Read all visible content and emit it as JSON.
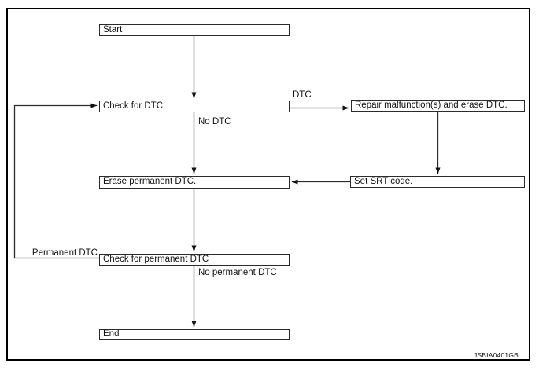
{
  "flowchart": {
    "type": "flowchart",
    "nodes": [
      {
        "id": "start",
        "label": "Start"
      },
      {
        "id": "check-dtc",
        "label": "Check for DTC"
      },
      {
        "id": "repair",
        "label": "Repair malfunction(s) and erase DTC."
      },
      {
        "id": "erase-permanent-dtc",
        "label": "Erase permanent DTC."
      },
      {
        "id": "set-srt-code",
        "label": "Set SRT code."
      },
      {
        "id": "check-permanent-dtc",
        "label": "Check for permanent DTC"
      },
      {
        "id": "end",
        "label": "End"
      }
    ],
    "edges": [
      {
        "from": "start",
        "to": "check-dtc",
        "label": ""
      },
      {
        "from": "check-dtc",
        "to": "repair",
        "label": "DTC"
      },
      {
        "from": "check-dtc",
        "to": "erase-permanent-dtc",
        "label": "No DTC"
      },
      {
        "from": "repair",
        "to": "set-srt-code",
        "label": ""
      },
      {
        "from": "set-srt-code",
        "to": "erase-permanent-dtc",
        "label": ""
      },
      {
        "from": "erase-permanent-dtc",
        "to": "check-permanent-dtc",
        "label": ""
      },
      {
        "from": "check-permanent-dtc",
        "to": "end",
        "label": "No permanent DTC"
      },
      {
        "from": "check-permanent-dtc",
        "to": "check-dtc",
        "label": "Permanent DTC"
      }
    ],
    "edge_labels": {
      "dtc": "DTC",
      "no_dtc": "No DTC",
      "permanent_dtc": "Permanent DTC",
      "no_permanent_dtc": "No permanent DTC"
    },
    "watermark": "JSBIA0401GB",
    "colors": {
      "line": "#2b2b2b",
      "border": "#000000",
      "background": "#ffffff",
      "text": "#111111"
    }
  }
}
